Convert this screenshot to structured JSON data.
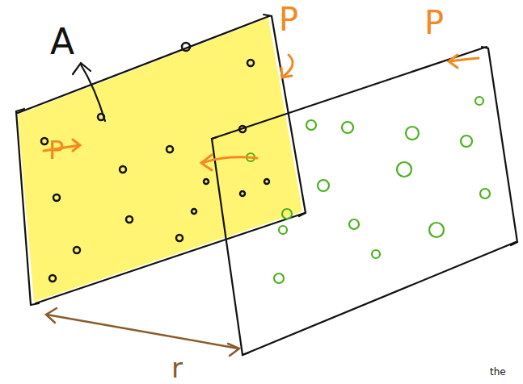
{
  "diagram": {
    "labels": [
      "A",
      "P",
      "P",
      "P",
      "r",
      "the"
    ]
  }
}
